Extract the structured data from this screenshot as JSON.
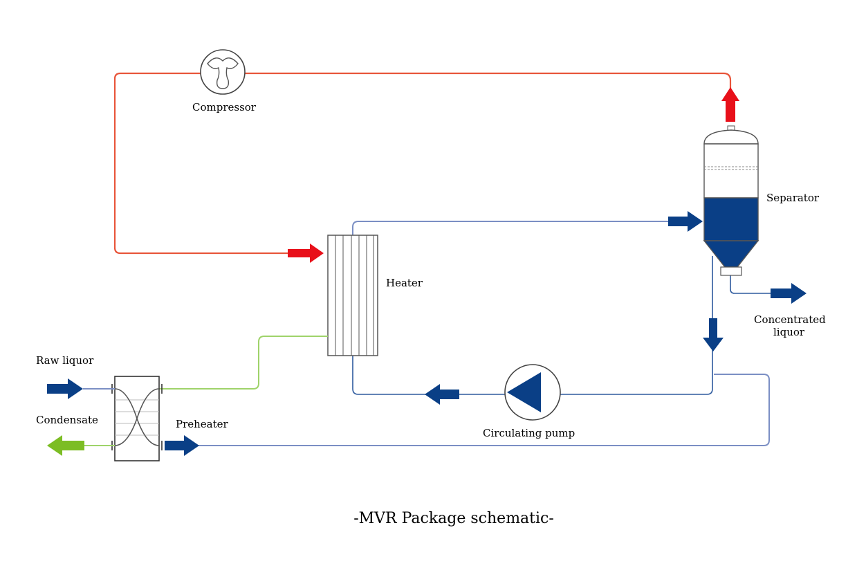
{
  "labels": {
    "compressor": "Compressor",
    "separator": "Separator",
    "heater": "Heater",
    "concentrated_line1": "Concentrated",
    "concentrated_line2": "liquor",
    "raw_liquor": "Raw liquor",
    "condensate": "Condensate",
    "preheater": "Preheater",
    "circulating_pump": "Circulating pump"
  },
  "caption": "-MVR Package schematic-",
  "colors": {
    "steam": "#e8553a",
    "steam_arrow": "#e8101a",
    "liquor": "#7b8fc4",
    "liquor_arrow": "#0a3f86",
    "condensate": "#9fd36a",
    "condensate_arrow": "#7cbd24",
    "vessel_fill": "#0a3f86",
    "outline": "#333333"
  }
}
